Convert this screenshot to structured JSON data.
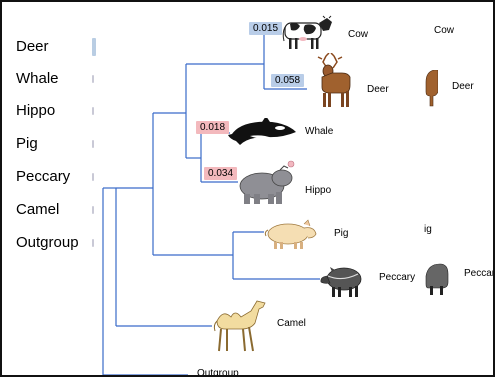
{
  "sidebar": {
    "items": [
      {
        "label": "Deer",
        "selected": true
      },
      {
        "label": "Whale",
        "selected": false
      },
      {
        "label": "Hippo",
        "selected": false
      },
      {
        "label": "Pig",
        "selected": false
      },
      {
        "label": "Peccary",
        "selected": false
      },
      {
        "label": "Camel",
        "selected": false
      },
      {
        "label": "Outgroup",
        "selected": false
      }
    ]
  },
  "tree": {
    "leaves": {
      "cow": "Cow",
      "deer": "Deer",
      "whale": "Whale",
      "hippo": "Hippo",
      "pig": "Pig",
      "peccary": "Peccary",
      "camel": "Camel",
      "outgroup": "Outgroup"
    },
    "branch_lengths": {
      "cow": "0.015",
      "deer": "0.058",
      "whale": "0.018",
      "hippo": "0.034"
    },
    "dragged_copies": {
      "cow": "Cow",
      "deer": "Deer",
      "pig": "ig",
      "peccary": "Peccar"
    }
  },
  "colors": {
    "branch": "#3a6bc9",
    "highlight_blue": "#b9cde8",
    "highlight_pink": "#f3b9bd"
  }
}
